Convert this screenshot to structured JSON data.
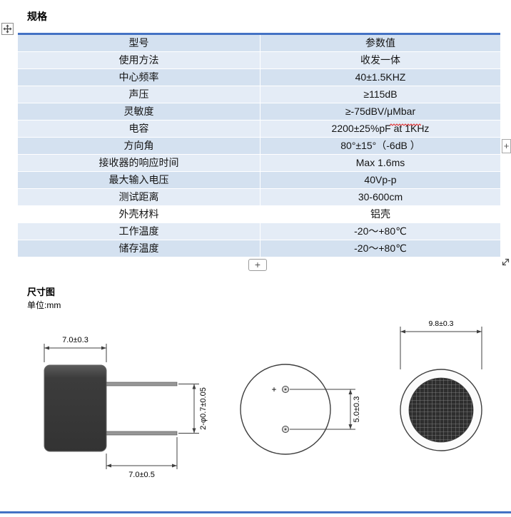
{
  "page": {
    "title": "规格",
    "accent_color": "#4472c4",
    "row_color_odd": "#d4e1f0",
    "row_color_even": "#e4ecf6"
  },
  "table": {
    "rows": [
      {
        "label": "型号",
        "value": "参数值"
      },
      {
        "label": "使用方法",
        "value": "收发一体"
      },
      {
        "label": "中心频率",
        "value": "40±1.5KHZ"
      },
      {
        "label": "声压",
        "value": "≥115dB"
      },
      {
        "label": "灵敏度",
        "value": "≥-75dBV/μMbar"
      },
      {
        "label": "电容",
        "value": "2200±25%pF at 1KHz"
      },
      {
        "label": "方向角",
        "value": "80°±15°（-6dB ）"
      },
      {
        "label": "接收器的响应时间",
        "value": "Max 1.6ms"
      },
      {
        "label": "最大输入电压",
        "value": "40Vp-p"
      },
      {
        "label": "测试距离",
        "value": "30-600cm"
      },
      {
        "label": "外壳材料",
        "value": "铝壳"
      },
      {
        "label": "工作温度",
        "value": "-20～+80℃"
      },
      {
        "label": "储存温度",
        "value": "-20～+80℃"
      }
    ]
  },
  "controls": {
    "insert_column_button": "+",
    "insert_row_button": "+"
  },
  "drawings": {
    "section_title": "尺寸图",
    "unit_label": "单位:mm",
    "side_view": {
      "width_top": "7.0±0.3",
      "pin_note": "2-φ0.7±0.05",
      "pin_length": "7.0±0.5"
    },
    "front_view": {
      "polarity_plus": "+",
      "pin_spacing": "5.0±0.3"
    },
    "top_view": {
      "diameter": "9.8±0.3"
    }
  }
}
